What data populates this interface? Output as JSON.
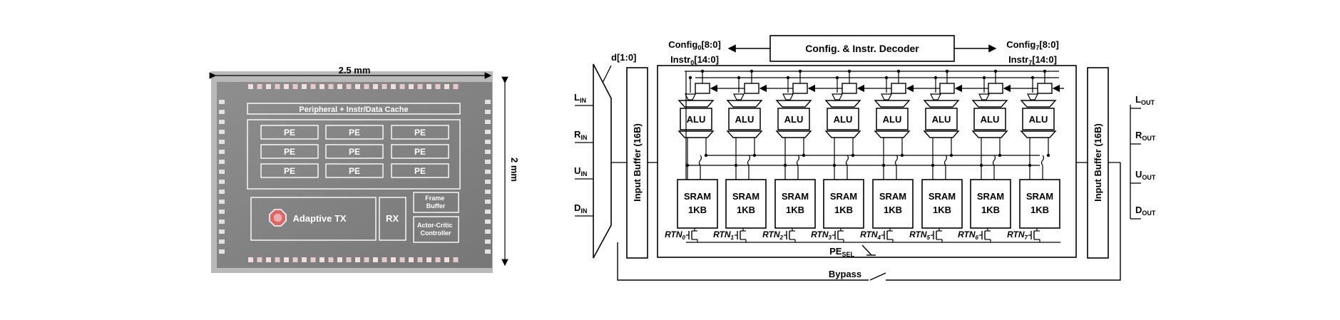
{
  "die_photo": {
    "width_label": "2.5 mm",
    "height_label": "2 mm",
    "peripheral_label": "Peripheral + Instr/Data Cache",
    "pe_label": "PE",
    "adaptive_tx_label": "Adaptive TX",
    "rx_label": "RX",
    "frame_buffer_label": "Frame Buffer",
    "actor_critic_label": "Actor-Critic Controller"
  },
  "block_diagram": {
    "decoder_label": "Config. & Instr. Decoder",
    "config_left": "Config0[8:0]",
    "config_right": "Config7[8:0]",
    "instr_left": "Instr0[14:0]",
    "instr_right": "Instr7[14:0]",
    "d_label": "d[1:0]",
    "inputs": [
      "LIN",
      "RIN",
      "UIN",
      "DIN"
    ],
    "outputs": [
      "LOUT",
      "ROUT",
      "UOUT",
      "DOUT"
    ],
    "input_buffer_label": "Input Buffer (16B)",
    "output_buffer_label": "Input Buffer (16B)",
    "alu_label": "ALU",
    "sram_line1": "SRAM",
    "sram_line2": "1KB",
    "rtn_labels": [
      "RTN0",
      "RTN1",
      "RTN2",
      "RTN3",
      "RTN4",
      "RTN5",
      "RTN6",
      "RTN7"
    ],
    "pe_sel_label": "PESEL",
    "bypass_label": "Bypass"
  }
}
